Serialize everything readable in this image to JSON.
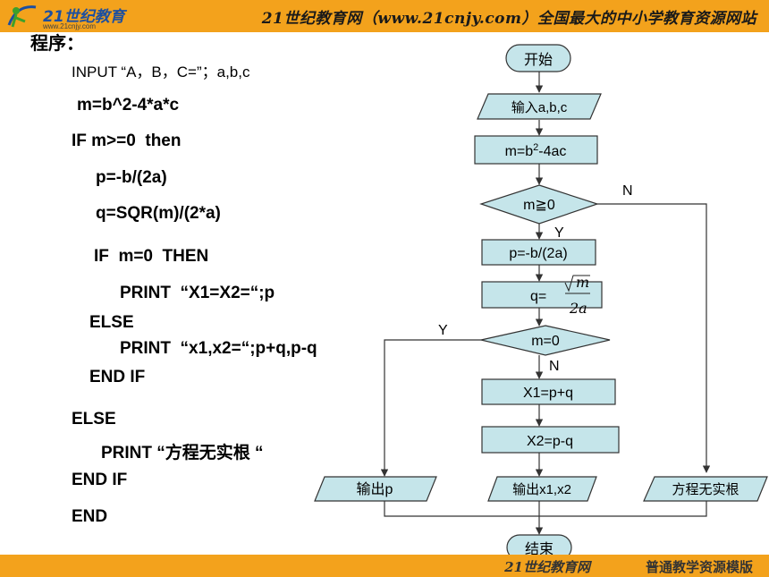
{
  "header": {
    "logo_brand": "21世纪教育",
    "logo_sub": "www.21cnjy.com",
    "site_title": "21世纪教育网（www.21cnjy.com）全国最大的中小学教育资源网站"
  },
  "footer": {
    "brand": "21世纪教育网",
    "template_label": "普通教学资源模版"
  },
  "title": "程序：",
  "program": [
    "INPUT “A，B，C=”；a,b,c",
    "m=b^2-4*a*c",
    "IF m>=0  then",
    "p=-b/(2a)",
    "q=SQR(m)/(2*a)",
    "IF  m=0  THEN",
    "PRINT  “X1=X2=“;p",
    "ELSE",
    "PRINT  “x1,x2=“;p+q,p-q",
    "END IF",
    "ELSE",
    "PRINT “方程无实根 “",
    "END IF",
    "END"
  ],
  "flowchart": {
    "start": "开始",
    "input": "输入a,b,c",
    "compute_m_base": "m=b",
    "compute_m_exp": "2",
    "compute_m_rest": "-4ac",
    "cond1": "m≧0",
    "cond1_yes": "Y",
    "cond1_no": "N",
    "p": "p=-b/(2a)",
    "q_label": "q=",
    "q_num": "m",
    "q_den": "2a",
    "cond2": "m=0",
    "cond2_yes": "Y",
    "cond2_no": "N",
    "x1": "X1=p+q",
    "x2": "X2=p-q",
    "out_p": "输出p",
    "out_x": "输出x1,x2",
    "out_none": "方程无实根",
    "end": "结束"
  },
  "colors": {
    "bar": "#f3a21c",
    "box_fill": "#c5e5ea",
    "stroke": "#333333"
  }
}
